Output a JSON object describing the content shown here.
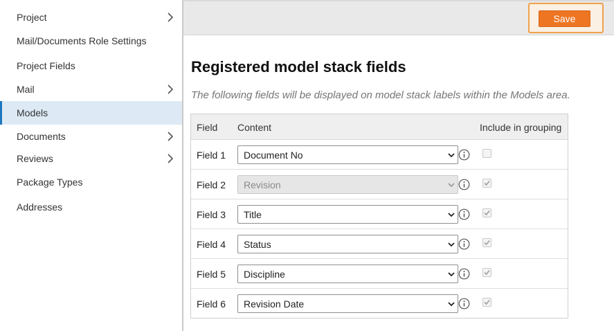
{
  "sidebar": {
    "items": [
      {
        "label": "Project",
        "has_chevron": true
      },
      {
        "label": "Mail/Documents Role Settings",
        "has_chevron": false
      },
      {
        "label": "Project Fields",
        "has_chevron": false
      },
      {
        "label": "Mail",
        "has_chevron": true
      },
      {
        "label": "Models",
        "has_chevron": false,
        "active": true
      },
      {
        "label": "Documents",
        "has_chevron": true
      },
      {
        "label": "Reviews",
        "has_chevron": true
      },
      {
        "label": "Package Types",
        "has_chevron": false
      },
      {
        "label": "Addresses",
        "has_chevron": false
      }
    ]
  },
  "toolbar": {
    "save_label": "Save"
  },
  "main": {
    "title": "Registered model stack fields",
    "description": "The following fields will be displayed on model stack labels within the Models area.",
    "table": {
      "headers": {
        "field": "Field",
        "content": "Content",
        "grouping": "Include in grouping"
      },
      "rows": [
        {
          "field": "Field 1",
          "content": "Document No",
          "disabled": false,
          "grouping_checked": false
        },
        {
          "field": "Field 2",
          "content": "Revision",
          "disabled": true,
          "grouping_checked": true
        },
        {
          "field": "Field 3",
          "content": "Title",
          "disabled": false,
          "grouping_checked": true
        },
        {
          "field": "Field 4",
          "content": "Status",
          "disabled": false,
          "grouping_checked": true
        },
        {
          "field": "Field 5",
          "content": "Discipline",
          "disabled": false,
          "grouping_checked": true
        },
        {
          "field": "Field 6",
          "content": "Revision Date",
          "disabled": false,
          "grouping_checked": true
        }
      ]
    }
  },
  "colors": {
    "accent": "#ee7623",
    "active_nav_bg": "#ddeaf5",
    "active_nav_border": "#1f77bd",
    "highlight_border": "#f0a14a"
  }
}
